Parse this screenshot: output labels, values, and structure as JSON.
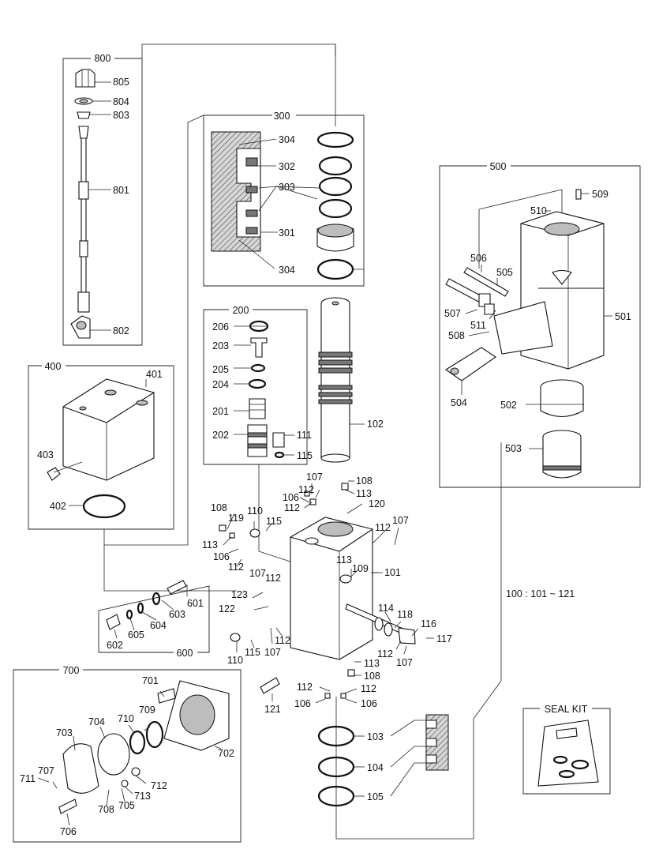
{
  "groups": [
    {
      "id": "800",
      "label": "800"
    },
    {
      "id": "300",
      "label": "300"
    },
    {
      "id": "500",
      "label": "500"
    },
    {
      "id": "200",
      "label": "200"
    },
    {
      "id": "400",
      "label": "400"
    },
    {
      "id": "600",
      "label": "600"
    },
    {
      "id": "700",
      "label": "700"
    }
  ],
  "parts": [
    "805",
    "804",
    "803",
    "801",
    "802",
    "304",
    "302",
    "303",
    "301",
    "304b",
    "206",
    "203",
    "205",
    "204",
    "201",
    "202",
    "510",
    "509",
    "506",
    "505",
    "501",
    "507",
    "511",
    "508",
    "504",
    "502",
    "503",
    "401",
    "403",
    "402",
    "111",
    "115a",
    "102",
    "107a",
    "108a",
    "112a",
    "113a",
    "106a",
    "112b",
    "120",
    "108b",
    "110a",
    "119",
    "115b",
    "113b",
    "106b",
    "112c",
    "112d",
    "107b",
    "113c",
    "109",
    "101",
    "107c",
    "112e",
    "123",
    "122",
    "601",
    "603",
    "604",
    "605",
    "602",
    "114",
    "118",
    "116",
    "117",
    "112f",
    "107d",
    "110b",
    "115c",
    "107e",
    "112g",
    "113d",
    "108c",
    "112h",
    "112i",
    "106c",
    "106d",
    "121",
    "103",
    "104",
    "105",
    "701",
    "709",
    "710",
    "704",
    "703",
    "702",
    "707",
    "711",
    "712",
    "713",
    "705",
    "708",
    "706"
  ],
  "labels": {
    "805": "805",
    "804": "804",
    "803": "803",
    "801": "801",
    "802": "802",
    "304": "304",
    "302": "302",
    "303": "303",
    "301": "301",
    "304b": "304",
    "206": "206",
    "203": "203",
    "205": "205",
    "204": "204",
    "201": "201",
    "202": "202",
    "510": "510",
    "509": "509",
    "506": "506",
    "505": "505",
    "501": "501",
    "507": "507",
    "511": "511",
    "508": "508",
    "504": "504",
    "502": "502",
    "503": "503",
    "401": "401",
    "403": "403",
    "402": "402",
    "111": "111",
    "115a": "115",
    "102": "102",
    "107a": "107",
    "108a": "108",
    "112a": "112",
    "113a": "113",
    "106a": "106",
    "112b": "112",
    "120": "120",
    "108b": "108",
    "110a": "110",
    "119": "119",
    "115b": "115",
    "113b": "113",
    "106b": "106",
    "112c": "112",
    "112d": "112",
    "107b": "107",
    "113c": "113",
    "109": "109",
    "101": "101",
    "107c": "107",
    "112e": "112",
    "123": "123",
    "122": "122",
    "601": "601",
    "603": "603",
    "604": "604",
    "605": "605",
    "602": "602",
    "114": "114",
    "118": "118",
    "116": "116",
    "117": "117",
    "112f": "112",
    "107d": "107",
    "110b": "110",
    "115c": "115",
    "107e": "107",
    "112g": "112",
    "113d": "113",
    "108c": "108",
    "112h": "112",
    "112i": "112",
    "106c": "106",
    "106d": "106",
    "121": "121",
    "103": "103",
    "104": "104",
    "105": "105",
    "701": "701",
    "709": "709",
    "710": "710",
    "704": "704",
    "703": "703",
    "702": "702",
    "707": "707",
    "711": "711",
    "712": "712",
    "713": "713",
    "705": "705",
    "708": "708",
    "706": "706"
  },
  "range_note": "100 : 101 ~ 121",
  "seal_kit": "SEAL KIT"
}
